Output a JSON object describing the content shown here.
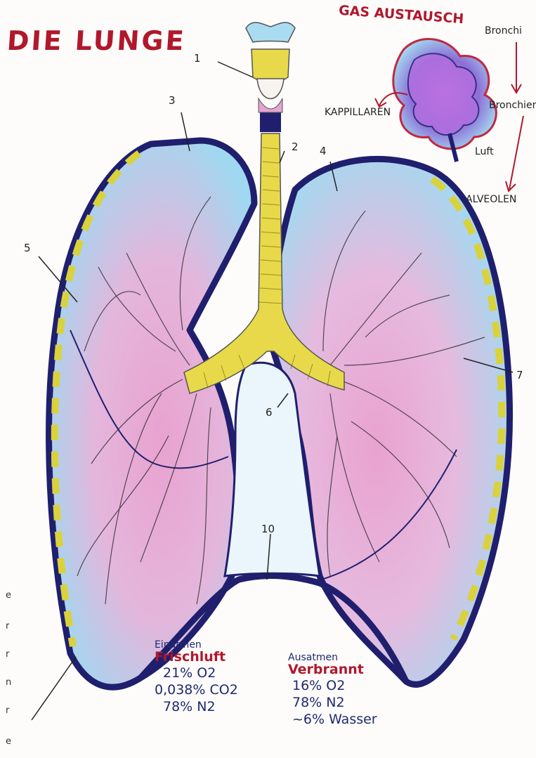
{
  "title": "DIE LUNGE",
  "labels": {
    "n1": "1",
    "n2": "2",
    "n3": "3",
    "n4": "4",
    "n5": "5",
    "n6": "6",
    "n7": "7",
    "n10": "10"
  },
  "gas_exchange": {
    "title": "GAS AUSTAUSCH",
    "bronchi": "Bronchi",
    "bronchien": "Bronchien",
    "kapillaren": "KAPPILLAREN",
    "luft": "Luft",
    "alveolen": "ALVEOLEN"
  },
  "inhale": {
    "heading": "Einatmen",
    "label": "Frischluft",
    "lines": [
      "21% O2",
      "0,038% CO2",
      "78% N2"
    ]
  },
  "exhale": {
    "heading": "Ausatmen",
    "label": "Verbrannt",
    "lines": [
      "16% O2",
      "78% N2",
      "~6% Wasser"
    ]
  },
  "edge_fragments": [
    "e",
    "r",
    "r",
    "n",
    "r",
    "e"
  ],
  "colors": {
    "lung_fill": "#a9dcf0",
    "lung_pink": "#e7a4cf",
    "pleura": "#1f1f6e",
    "trachea": "#e8d94a",
    "title_red": "#b0182c"
  }
}
